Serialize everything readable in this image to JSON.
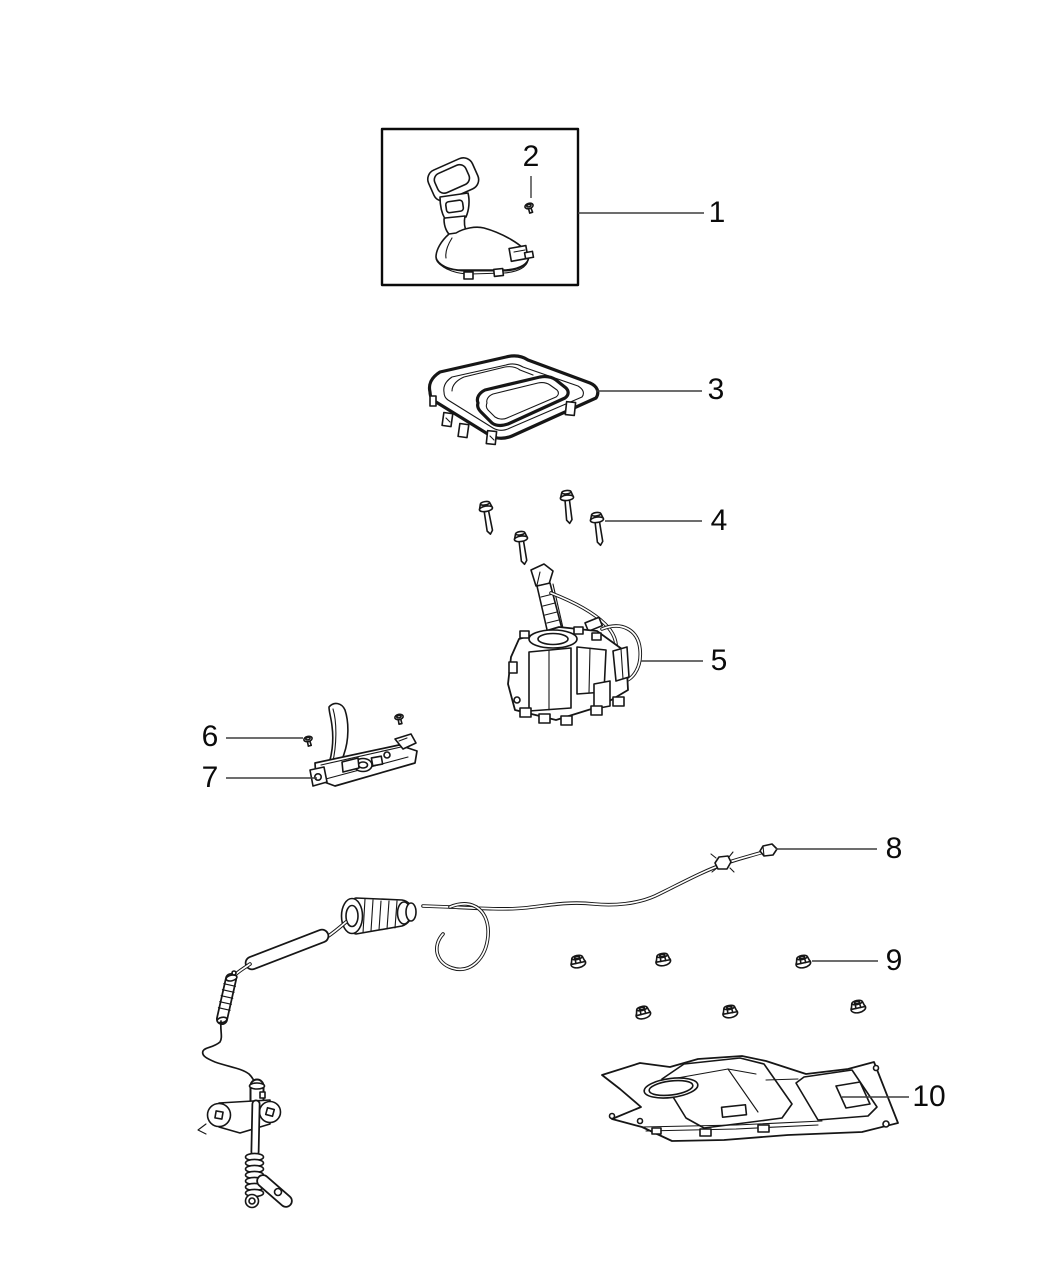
{
  "diagram_type": "exploded-parts-diagram",
  "colors": {
    "background": "#ffffff",
    "artwork_line": "#161616",
    "leader_line": "#3d3d3d",
    "label_text": "#0b0b0b"
  },
  "callouts": [
    {
      "label": "1",
      "part": "gearshift-knob-assembly-boxed"
    },
    {
      "label": "2",
      "part": "knob-screw"
    },
    {
      "label": "3",
      "part": "shifter-bezel"
    },
    {
      "label": "4",
      "part": "mounting-bolts"
    },
    {
      "label": "5",
      "part": "gearshift-assembly"
    },
    {
      "label": "6",
      "part": "lever-screw"
    },
    {
      "label": "7",
      "part": "shift-interlock-lever"
    },
    {
      "label": "8",
      "part": "gearshift-control-cable"
    },
    {
      "label": "9",
      "part": "mounting-nuts"
    },
    {
      "label": "10",
      "part": "shifter-cover-plate"
    }
  ]
}
